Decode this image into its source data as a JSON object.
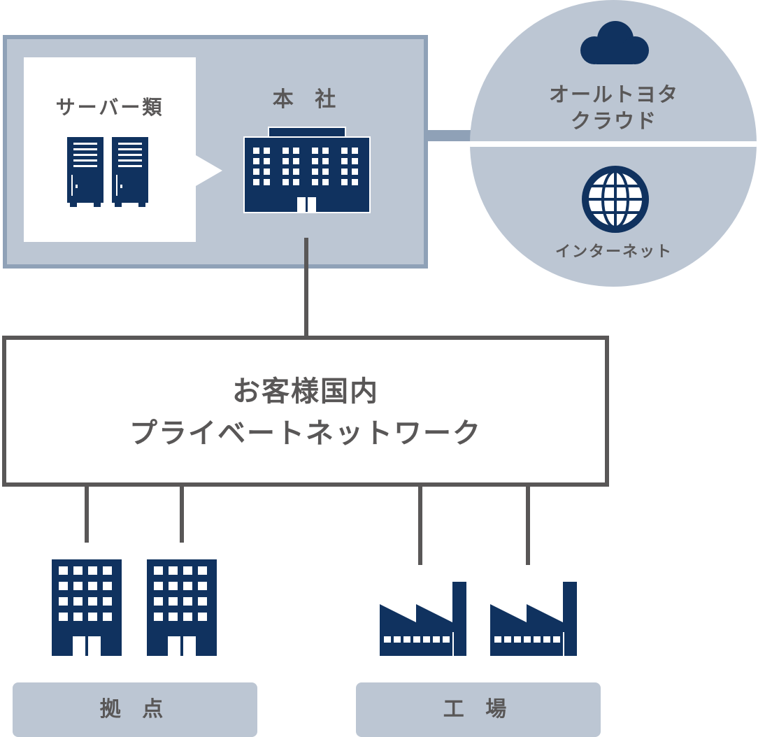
{
  "colors": {
    "navy": "#10325f",
    "panel": "#bcc6d3",
    "border": "#8fa1b7",
    "text": "#595757",
    "network_border": "#595757"
  },
  "headquarters": {
    "label": "本 社",
    "server_label": "サーバー類",
    "server_icon": "server-rack-icon",
    "building_icon": "office-building-icon"
  },
  "network_circle": {
    "cloud_label_line1": "オールトヨタ",
    "cloud_label_line2": "クラウド",
    "cloud_icon": "cloud-icon",
    "internet_label": "インターネット",
    "internet_icon": "globe-icon"
  },
  "private_network": {
    "line1": "お客様国内",
    "line2": "プライベートネットワーク"
  },
  "sites": {
    "label": "拠 点",
    "icon": "office-building-icon"
  },
  "factories": {
    "label": "工 場",
    "icon": "factory-icon"
  }
}
